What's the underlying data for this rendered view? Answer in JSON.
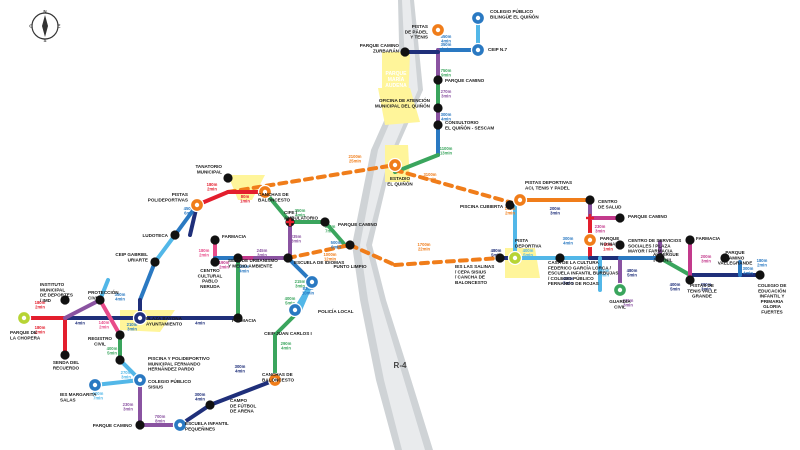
{
  "map": {
    "road": "R-4",
    "area_label": [
      "PARQUE",
      "MARÍA",
      "AUDENA"
    ],
    "compass": [
      "N",
      "E",
      "S",
      "O"
    ],
    "colors": {
      "red": "#e31e2d",
      "blue": "#2a79c2",
      "lightblue": "#52b7e8",
      "purple": "#8a53a1",
      "green": "#3aa55d",
      "navy": "#1f2f7a",
      "pink": "#e84b8a",
      "magenta": "#c33a8c",
      "orange": "#f07d1a",
      "yellow": "#fff59a",
      "greenyellow": "#b7d435",
      "stop": "#111111"
    }
  },
  "places": {
    "colegio_bilingue": [
      "COLEGIO PÚBLICO",
      "BILINGÜE EL QUIÑÓN"
    ],
    "pistas_padel": [
      "PISTAS",
      "DE PÁDEL",
      "Y TENIS"
    ],
    "parque_zurbaran": [
      "PARQUE CAMINO",
      "ZURBARÁN"
    ],
    "ceip7": [
      "CEIP N.7"
    ],
    "parque_camino_n": [
      "PARQUE CAMINO"
    ],
    "oficina": [
      "OFICINA DE ATENCIÓN",
      "MUNICIPAL DEL QUIÑÓN"
    ],
    "consultorio": [
      "CONSULTORIO",
      "EL QUIÑÓN - SESCAM"
    ],
    "estadio": [
      "ESTADIO",
      "EL QUIÑÓN"
    ],
    "tanatorio": [
      "TANATORIO",
      "MUNICIPAL"
    ],
    "pistas_poli": [
      "PISTAS",
      "POLIDEPORTIVAS"
    ],
    "canchas_top": [
      "CANCHAS DE",
      "BALONCESTO"
    ],
    "ludoteca": [
      "LUDOTECA"
    ],
    "farmacia_a": [
      "FARMACIA"
    ],
    "cife": [
      "CIFE /",
      "AMBULATORIO"
    ],
    "parque_camino_mid": [
      "PARQUE CAMINO"
    ],
    "ceip_uriarte": [
      "CEIP GABRIEL",
      "URIARTE"
    ],
    "sede": [
      "SEDE DE URBANISMO",
      "Y MEDIO AMBIENTE"
    ],
    "centro_neruda": [
      "CENTRO",
      "CULTURAL",
      "PABLO",
      "NERUDA"
    ],
    "escuela_idiomas": [
      "ESCUELA DE IDIOMAS"
    ],
    "punto_limpio": [
      "PUNTO LIMPIO"
    ],
    "instituto": [
      "INSTITUTO",
      "MUNICIPAL",
      "DE DEPORTES",
      "/ IMD"
    ],
    "proteccion": [
      "PROTECCIÓN",
      "CIVIL"
    ],
    "plaza_bayona": [
      "PLAZA BAYONA",
      "AYUNTAMIENTO"
    ],
    "farmacia_b": [
      "FARMACIA"
    ],
    "policia": [
      "POLICÍA LOCAL"
    ],
    "parque_chopera": [
      "PARQUE DE",
      "LA CHOPERA"
    ],
    "registro": [
      "REGISTRO",
      "CIVIL"
    ],
    "ceip_juan": [
      "CEIP JUAN CARLOS I"
    ],
    "senda": [
      "SENDA DEL",
      "RECUERDO"
    ],
    "piscina_poli": [
      "PISCINA Y POLIDEPORTIVO",
      "MUNICIPAL FERNANDO",
      "HERNÁNDEZ PARDO"
    ],
    "colegio_sisius": [
      "COLEGIO PÚBLICO",
      "SISIUS"
    ],
    "canchas_bottom": [
      "CANCHAS DE",
      "BALONCESTO"
    ],
    "ies_margarita": [
      "IES MARGARITA",
      "SALAS"
    ],
    "campo_futbol": [
      "CAMPO",
      "DE FÚTBOL",
      "DE ARENA"
    ],
    "parque_camino_sw": [
      "PARQUE CAMINO"
    ],
    "escuela_infantil": [
      "ESCUELA INFANTIL",
      "PEQUEÑINES"
    ],
    "piscina_cubierta": [
      "PISCINA CUBIERTA"
    ],
    "pistas_aci": [
      "PISTAS DEPORTIVAS",
      "ACI, TENIS Y PADEL"
    ],
    "centro_salud": [
      "CENTRO",
      "DE SALUD"
    ],
    "parque_camino_e": [
      "PARQUE CAMINO"
    ],
    "parque_nomar": [
      "PARQUE",
      "NO MAR"
    ],
    "centro_servicios": [
      "CENTRO DE SERVICIOS",
      "SOCIALES / PLAZA",
      "MAYOR / FARMACIA"
    ],
    "farmacia_c": [
      "FARMACIA"
    ],
    "ies_salinas": [
      "IES LAS SALINAS",
      "/ CEPA SISIUS",
      "/ CANCHA DE",
      "BALONCESTO"
    ],
    "pista_deportiva": [
      "PISTA",
      "DEPORTIVA"
    ],
    "casa_cultura": [
      "CASA DE LA CULTURA",
      "FEDERICO GARCÍA LORCA /",
      "ESCUELA INFANTIL BURBUJAS",
      "/ COLEGIO PÚBLICO",
      "FERNANDO DE ROJAS"
    ],
    "albergue": [
      "ALBERGUE",
      "JUVENIL"
    ],
    "parque_vallegrande": [
      "PARQUE",
      "CAMINO",
      "VALLEGRANDE"
    ],
    "guardia": [
      "GUARDIA",
      "CIVIL"
    ],
    "pistas_tenis": [
      "PISTAS DE",
      "TENIS VALLE",
      "GRANDE"
    ],
    "colegio_educacion": [
      "COLEGIO DE",
      "EDUCACIÓN",
      "INFANTIL Y",
      "PRIMARIA",
      "GLORIA",
      "FUERTES"
    ]
  },
  "segments": [
    [
      "350m",
      "4min"
    ],
    [
      "350m",
      "4min"
    ],
    [
      "750m",
      "9min"
    ],
    [
      "270m",
      "3min"
    ],
    [
      "300m",
      "4min"
    ],
    [
      "1100m",
      "13min"
    ],
    [
      "2100m",
      "25min"
    ],
    [
      "3100m",
      "40min"
    ],
    [
      "180m",
      "2min"
    ],
    [
      "80m",
      "1min"
    ],
    [
      "450m",
      "6min"
    ],
    [
      "350m",
      "4min"
    ],
    [
      "180m",
      "2min"
    ],
    [
      "190m",
      "2min"
    ],
    [
      "245m",
      "3min"
    ],
    [
      "235m",
      "3min"
    ],
    [
      "600m",
      "7min"
    ],
    [
      "500m",
      "6min"
    ],
    [
      "300m",
      "4min"
    ],
    [
      "215m",
      "3min"
    ],
    [
      "830m",
      "10min"
    ],
    [
      "1000m",
      "12min"
    ],
    [
      "1700m",
      "22min"
    ],
    [
      "180m",
      "2min"
    ],
    [
      "180m",
      "2min"
    ],
    [
      "290m",
      "4min"
    ],
    [
      "350m",
      "4min"
    ],
    [
      "140m",
      "2min"
    ],
    [
      "210m",
      "3min"
    ],
    [
      "350m",
      "4min"
    ],
    [
      "400m",
      "5min"
    ],
    [
      "270m",
      "3min"
    ],
    [
      "600m",
      "7min"
    ],
    [
      "230m",
      "3min"
    ],
    [
      "700m",
      "8min"
    ],
    [
      "300m",
      "4min"
    ],
    [
      "300m",
      "4min"
    ],
    [
      "290m",
      "4min"
    ],
    [
      "400m",
      "5min"
    ],
    [
      "140m",
      "2min"
    ],
    [
      "200m",
      "3min"
    ],
    [
      "480m",
      "5min"
    ],
    [
      "400m",
      "5min"
    ],
    [
      "300m",
      "4min"
    ],
    [
      "230m",
      "3min"
    ],
    [
      "90m",
      "1min"
    ],
    [
      "400m",
      "5min"
    ],
    [
      "300m",
      "4min"
    ],
    [
      "480m",
      "5min"
    ],
    [
      "270m",
      "3min"
    ],
    [
      "400m",
      "5min"
    ],
    [
      "200m",
      "3min"
    ],
    [
      "200m",
      "3min"
    ],
    [
      "180m",
      "2min"
    ],
    [
      "300m",
      "4min"
    ]
  ]
}
